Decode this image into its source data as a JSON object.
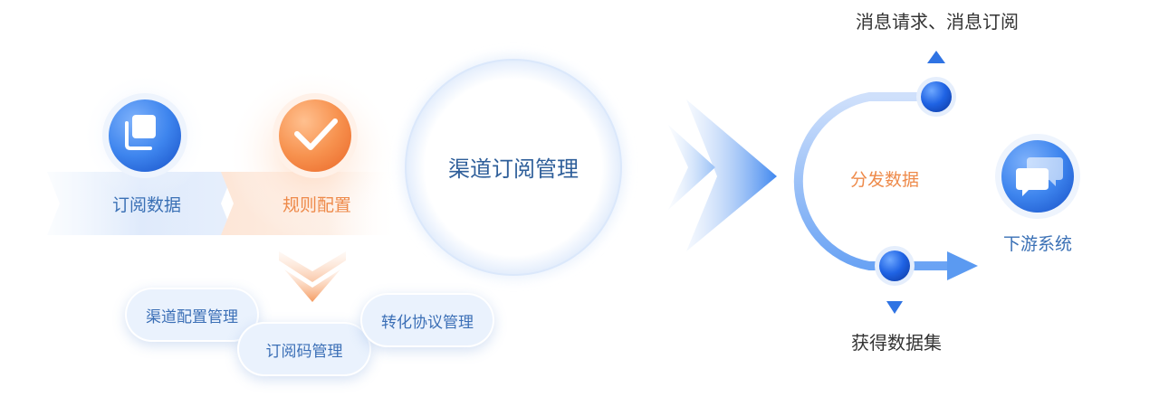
{
  "colors": {
    "blue": "#3d86ee",
    "blue_dark": "#2b6fe0",
    "orange": "#f58a4c",
    "text_blue": "#3a70b5",
    "text_orange": "#ee8a4a",
    "text_dark": "#333333"
  },
  "steps": {
    "subscribe_data": {
      "label": "订阅数据",
      "icon": "copy-icon"
    },
    "rule_config": {
      "label": "规则配置",
      "icon": "checkmark-icon"
    }
  },
  "hub": {
    "label": "渠道订阅管理"
  },
  "sub_modules": [
    {
      "label": "渠道配置管理"
    },
    {
      "label": "订阅码管理"
    },
    {
      "label": "转化协议管理"
    }
  ],
  "distribution": {
    "label": "分发数据",
    "top_output": "消息请求、消息订阅",
    "bottom_output": "获得数据集",
    "downstream": {
      "label": "下游系统",
      "icon": "chat-bubbles-icon"
    }
  }
}
